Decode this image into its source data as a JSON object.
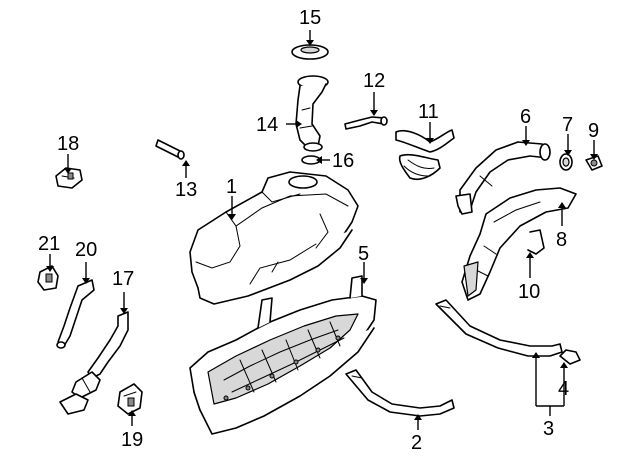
{
  "callouts": {
    "c1": "1",
    "c2": "2",
    "c3": "3",
    "c4": "4",
    "c5": "5",
    "c6": "6",
    "c7": "7",
    "c8": "8",
    "c9": "9",
    "c10": "10",
    "c11": "11",
    "c12": "12",
    "c13": "13",
    "c14": "14",
    "c15": "15",
    "c16": "16",
    "c17": "17",
    "c18": "18",
    "c19": "19",
    "c20": "20",
    "c21": "21"
  },
  "colors": {
    "line": "#000000",
    "fill": "#ffffff",
    "shade": "#d8d8d8"
  }
}
